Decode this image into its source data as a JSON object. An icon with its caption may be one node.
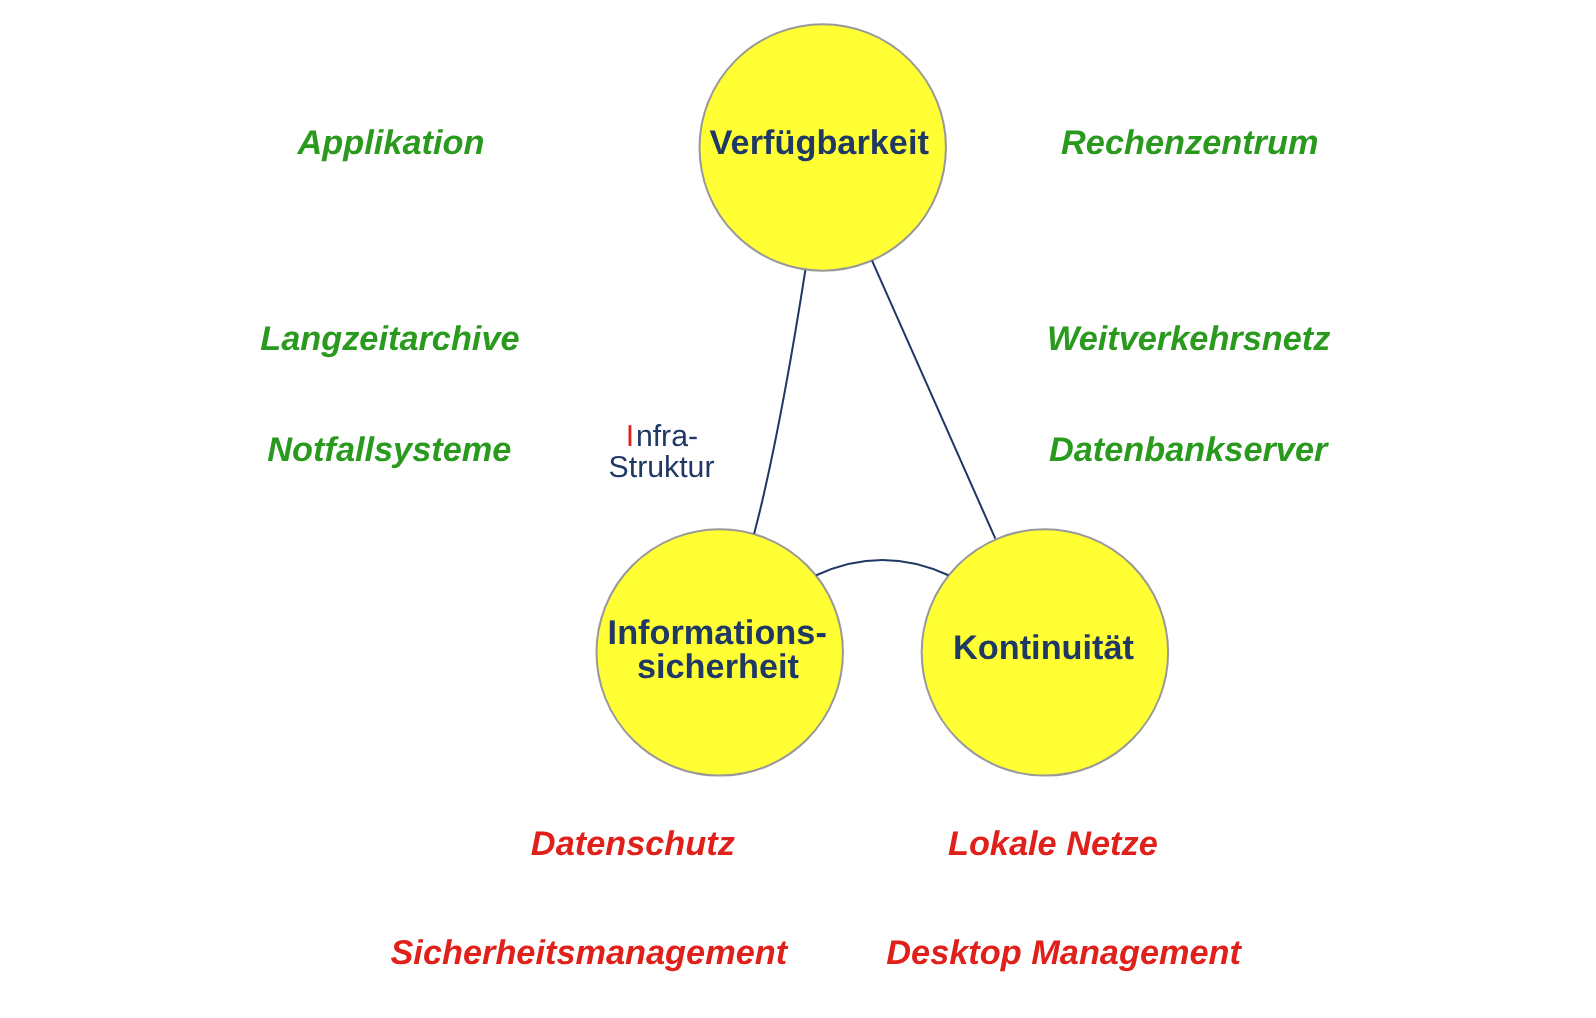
{
  "diagram": {
    "nodes": [
      {
        "text": [
          "Verfügbarkeit"
        ]
      },
      {
        "text": [
          "Informations- sicherheit"
        ]
      },
      {
        "text": [
          "Kontinuität"
        ]
      }
    ],
    "edges": [
      {
        "from": 0,
        "to": 1,
        "arrow": "none"
      },
      {
        "from": 0,
        "to": 2,
        "arrow": "none"
      },
      {
        "from": 1,
        "to": 2,
        "arrow": "none"
      }
    ],
    "labels": [
      "Applikation",
      "Langzeitarchive",
      "Notfallsysteme",
      "Rechenzentrum",
      "Weitverkehrsnetz",
      "Datenbankserver",
      "Infra- Struktur",
      "Datenschutz",
      "Sicherheitsmanagement",
      "Lokale Netze",
      "Desktop Management"
    ]
  }
}
